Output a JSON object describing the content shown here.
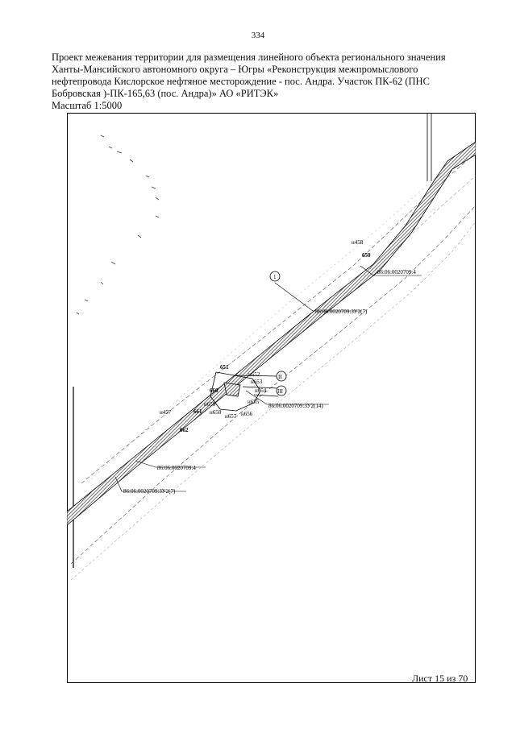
{
  "page": {
    "number": "334",
    "title_lines": [
      "Проект межевания  территории для размещения линейного объекта регионального значения",
      "Ханты-Мансийского автономного округа – Югры  «Реконструкция межпромыслового",
      "нефтепровода Кислорское нефтяное месторождение - пос. Андра. Участок ПК-62 (ПНС",
      "Бобровская )-ПК-165,63 (пос. Андра)» АО «РИТЭК»"
    ],
    "scale": "Масштаб 1:5000",
    "sheet": "Лист 15 из 70"
  },
  "map": {
    "labels": {
      "n458": "н458",
      "p650": "650",
      "parcel_top": "86:06:0020709:4",
      "marker_1": "1",
      "zu_top": "86:06:0020709:ЗУ2(7)",
      "p651": "651",
      "n652": "н652",
      "n653": "н653",
      "marker_II": "II",
      "n654": "н654",
      "marker_III": "III",
      "p660": "660",
      "n659": "н659",
      "n655": "н655",
      "zu_mid": "86:06:0020709:ЗУ2(14)",
      "n457": "н457",
      "p661": "661",
      "n658": "н658",
      "n657": "н657",
      "n656": "н656",
      "p662": "662",
      "parcel_bottom": "86:06:0020709:4",
      "zu_bottom": "86:06:0020709:ЗУ2(7)"
    }
  }
}
